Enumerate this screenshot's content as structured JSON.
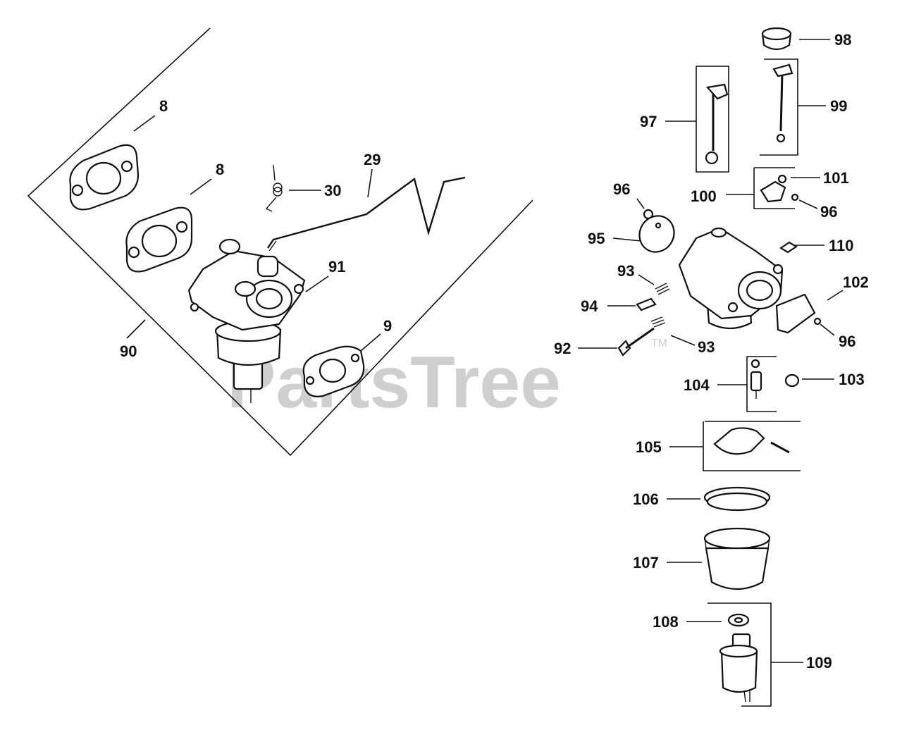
{
  "watermark": {
    "text": "PartsTree",
    "tm": "TM"
  },
  "colors": {
    "ink": "#111111",
    "watermark": "#cfcfcf",
    "background": "#ffffff"
  },
  "callouts": {
    "c8a": "8",
    "c8b": "8",
    "c9": "9",
    "c29": "29",
    "c30": "30",
    "c90": "90",
    "c91": "91",
    "c92": "92",
    "c93a": "93",
    "c93b": "93",
    "c94": "94",
    "c95": "95",
    "c96a": "96",
    "c96b": "96",
    "c96c": "96",
    "c97": "97",
    "c98": "98",
    "c99": "99",
    "c100": "100",
    "c101": "101",
    "c102": "102",
    "c103": "103",
    "c104": "104",
    "c105": "105",
    "c106": "106",
    "c107": "107",
    "c108": "108",
    "c109": "109",
    "c110": "110"
  }
}
